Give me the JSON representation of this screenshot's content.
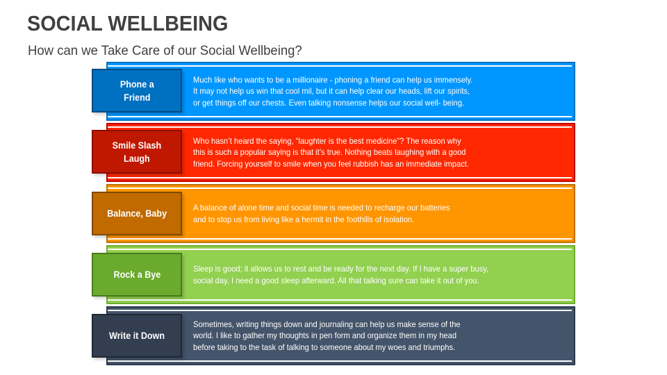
{
  "header": {
    "title": "SOCIAL WELLBEING",
    "subtitle": "How can we Take Care of our Social Wellbeing?"
  },
  "items": [
    {
      "label": "Phone a\nFriend",
      "text": "Much like who wants to be a millionaire - phoning a friend can help us immensely.\nIt may not help us win that cool mil, but it can help clear our heads, lift our spirits,\nor get things off our chests. Even talking nonsense helps our social well- being.",
      "colors": {
        "fill": "#0096ff",
        "border": "#0070c0",
        "label_fill": "#0070c0",
        "label_border": "#0a4a80"
      }
    },
    {
      "label": "Smile Slash\nLaugh",
      "text": "Who hasn’t heard the saying, “laughter is the best medicine”? The reason why\nthis is such a popular saying is that it’s true. Nothing beats laughing with a good\nfriend. Forcing yourself to smile when you feel rubbish has an immediate impact.",
      "colors": {
        "fill": "#ff2800",
        "border": "#c00000",
        "label_fill": "#c01800",
        "label_border": "#8a0e00"
      }
    },
    {
      "label": "Balance, Baby",
      "text": "A balance of alone time and social time is needed to recharge our batteries\nand to stop us from living like a hermit in the foothills of isolation.",
      "colors": {
        "fill": "#ff9500",
        "border": "#c07000",
        "label_fill": "#c06a00",
        "label_border": "#7f4a00"
      }
    },
    {
      "label": "Rock a Bye",
      "text": "Sleep is good; it allows us to rest and be ready for the next day. If I have a super busy,\nsocial day, I need a good sleep afterward. All that talking sure can take it out of you.",
      "colors": {
        "fill": "#92d050",
        "border": "#70ad30",
        "label_fill": "#6aaa2c",
        "label_border": "#4a7a1c"
      }
    },
    {
      "label": "Write it Down",
      "text": "Sometimes, writing things down and journaling can help us make sense of the\nworld. I like to gather my thoughts in pen form and organize them in my head\nbefore taking to the task of talking to someone about my woes and triumphs.",
      "colors": {
        "fill": "#44546a",
        "border": "#2b3a4c",
        "label_fill": "#333f50",
        "label_border": "#1f2833"
      }
    }
  ]
}
